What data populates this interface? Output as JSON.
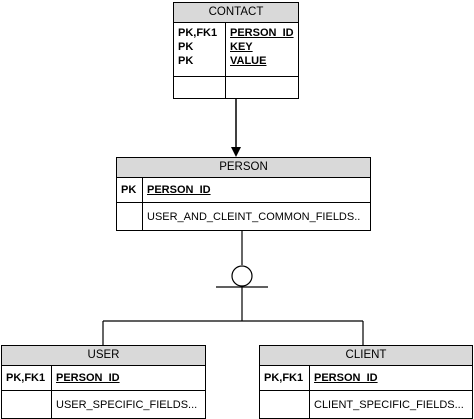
{
  "contact": {
    "title": "CONTACT",
    "keys": [
      "PK,FK1",
      "PK",
      "PK"
    ],
    "attrs": [
      "PERSON_ID",
      "KEY",
      "VALUE"
    ]
  },
  "person": {
    "title": "PERSON",
    "key": "PK",
    "pk_attr": "PERSON_ID",
    "field": "USER_AND_CLEINT_COMMON_FIELDS.."
  },
  "user": {
    "title": "USER",
    "key": "PK,FK1",
    "pk_attr": "PERSON_ID",
    "field": "USER_SPECIFIC_FIELDS..."
  },
  "client": {
    "title": "CLIENT",
    "key": "PK,FK1",
    "pk_attr": "PERSON_ID",
    "field": "CLIENT_SPECIFIC_FIELDS..."
  }
}
